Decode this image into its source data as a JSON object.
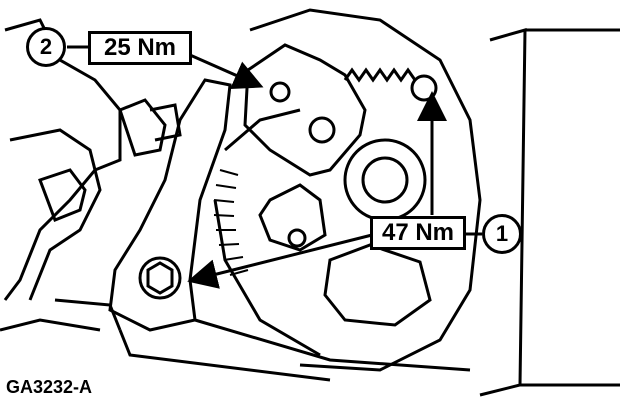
{
  "callouts": [
    {
      "number": "2",
      "torque": "25 Nm"
    },
    {
      "number": "1",
      "torque": "47 Nm"
    }
  ],
  "figure_id": "GA3232-A",
  "colors": {
    "ink": "#000000",
    "paper": "#ffffff"
  }
}
